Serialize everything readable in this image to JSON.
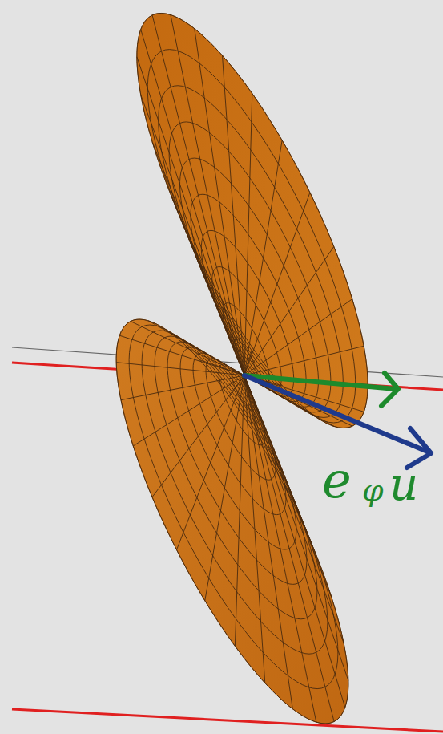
{
  "diagram": {
    "labels": [
      "e",
      "φ",
      "u"
    ]
  }
}
